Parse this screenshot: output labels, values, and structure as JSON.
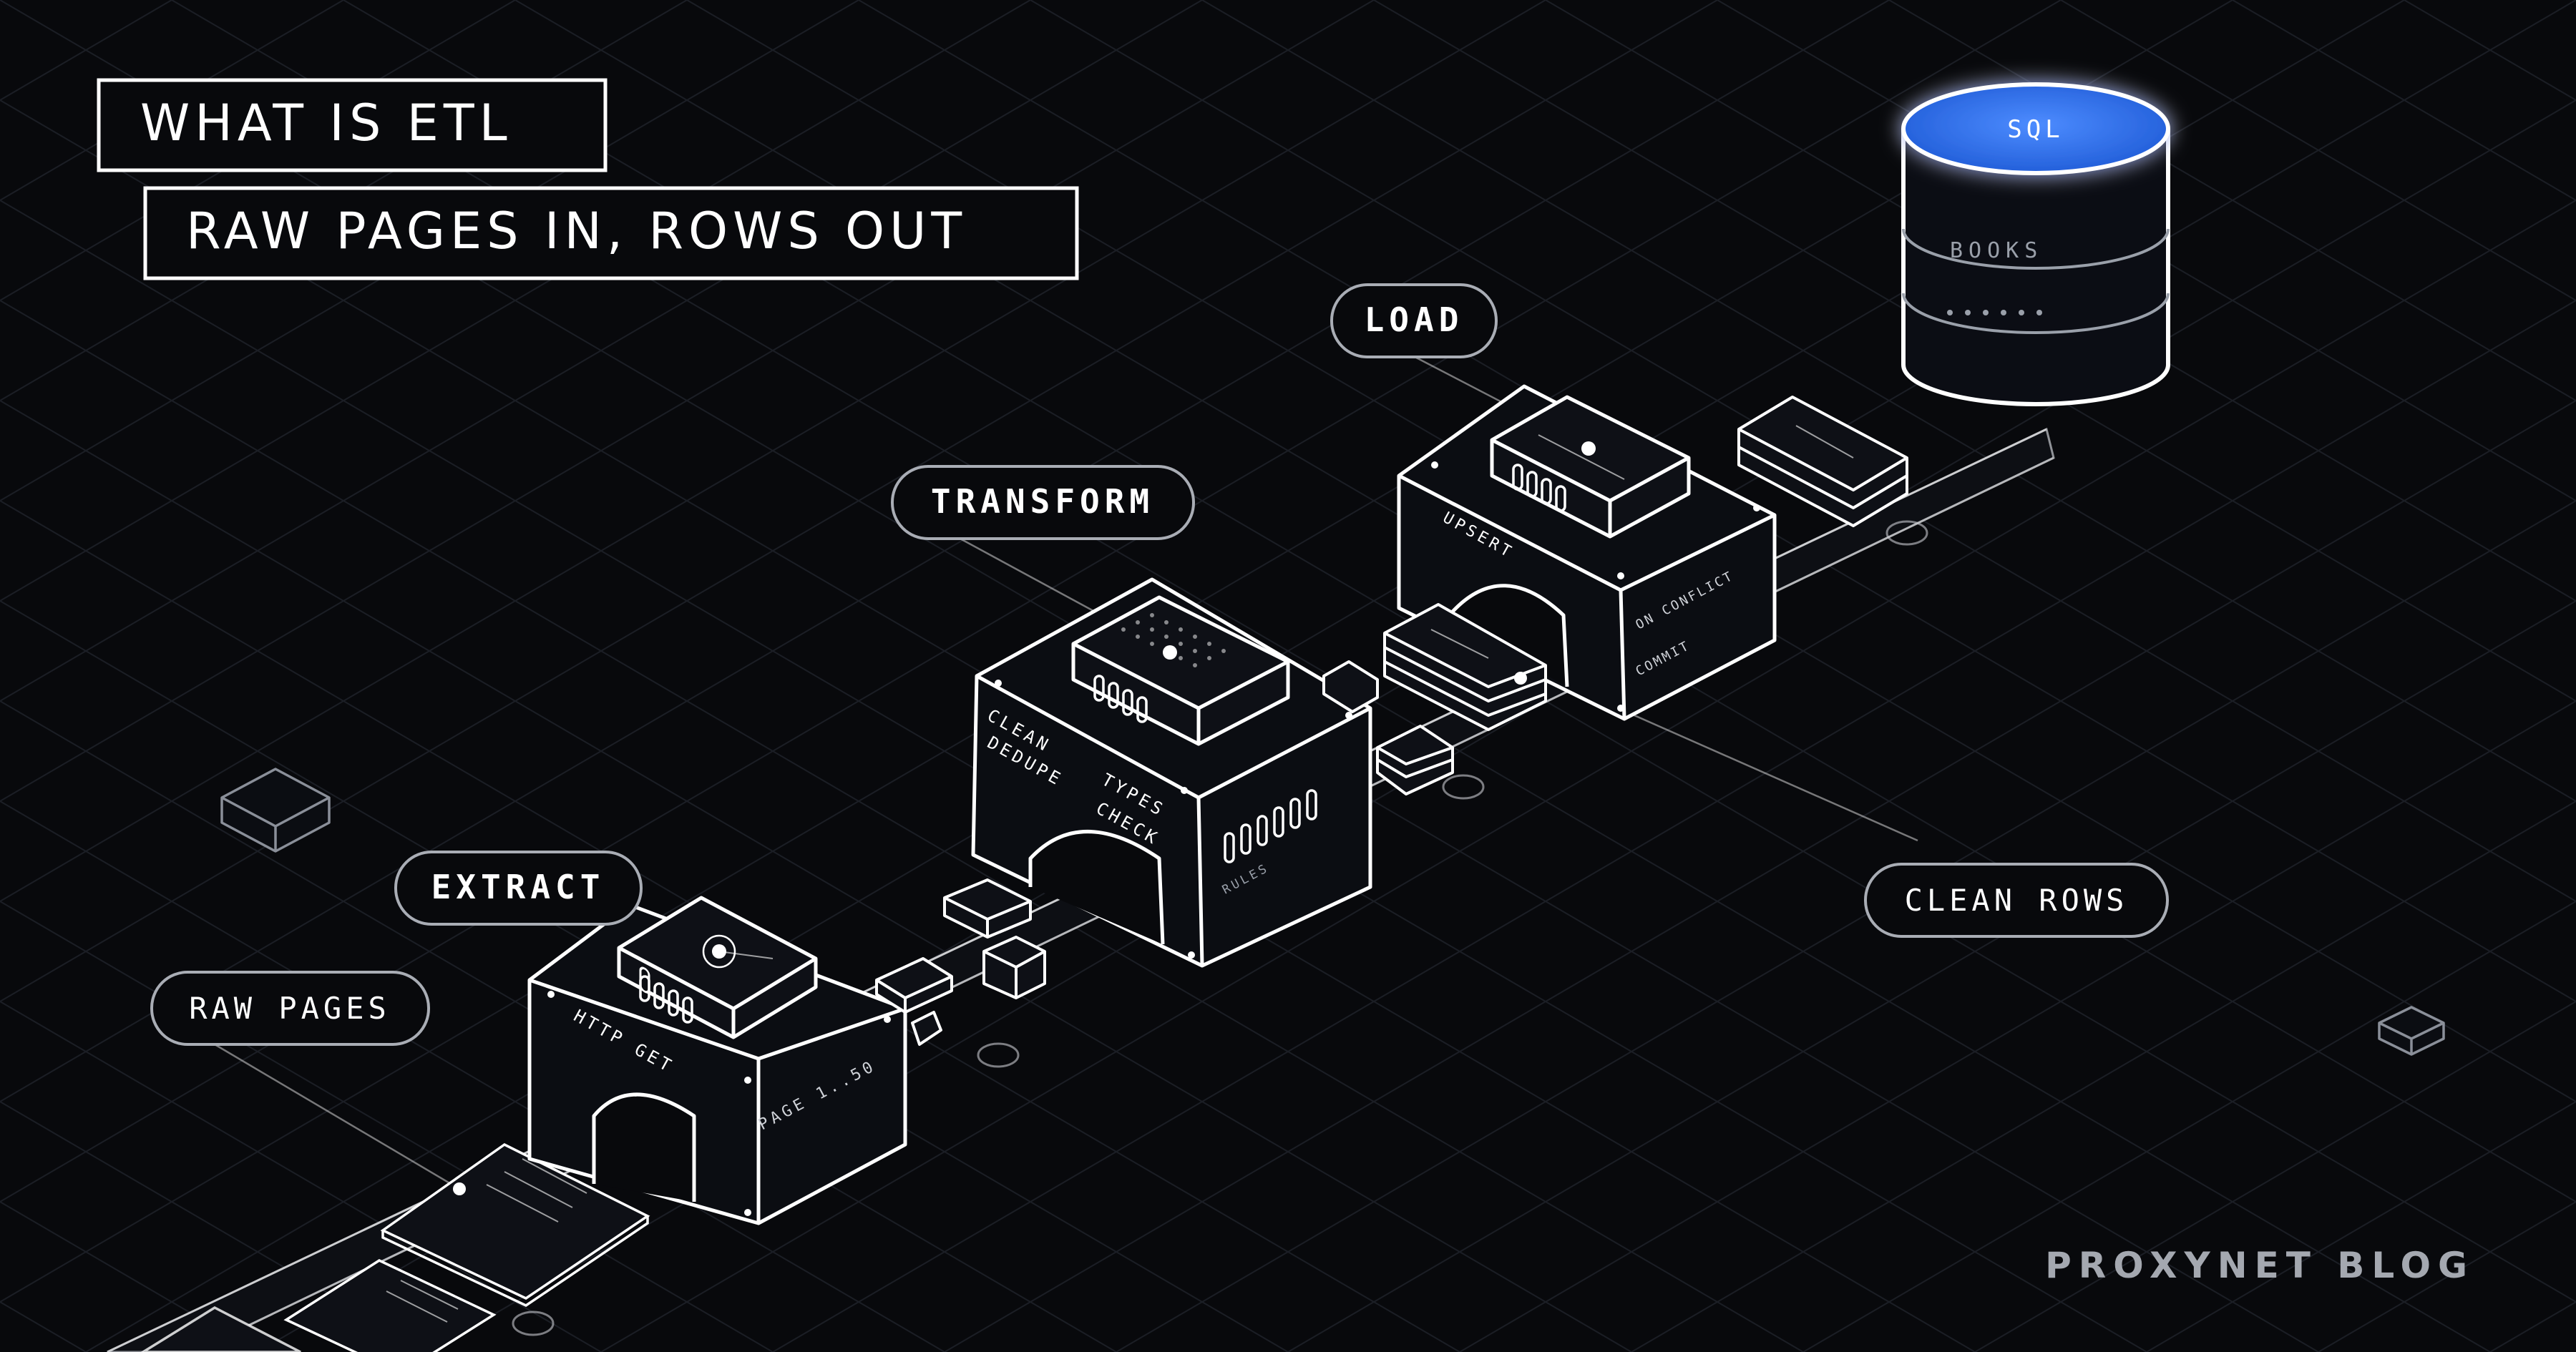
{
  "title": "WHAT IS ETL",
  "subtitle": "RAW PAGES IN, ROWS OUT",
  "labels": {
    "raw_pages": "RAW PAGES",
    "extract": "EXTRACT",
    "transform": "TRANSFORM",
    "load": "LOAD",
    "clean_rows": "CLEAN ROWS"
  },
  "extract_box": {
    "side1": "HTTP GET",
    "side2": "PAGE 1..50"
  },
  "transform_box": {
    "line1": "CLEAN",
    "line2": "DEDUPE",
    "line3": "TYPES",
    "line4": "CHECK",
    "rules": "RULES"
  },
  "load_box": {
    "side1": "UPSERT",
    "side2_line1": "ON CONFLICT",
    "side2_line2": "COMMIT"
  },
  "database": {
    "top": "SQL",
    "band": "BOOKS"
  },
  "footer": "PROXYNET BLOG",
  "colors": {
    "background": "#08090c",
    "line": "#ffffff",
    "grid": "#1c1f26",
    "accent": "#2f6fe0",
    "muted": "#9aa0aa"
  }
}
